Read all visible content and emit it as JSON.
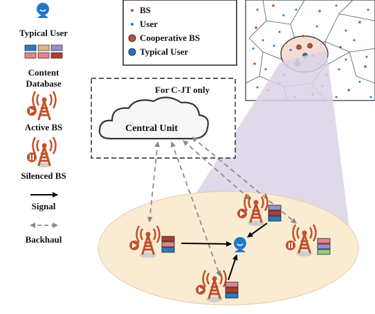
{
  "legend": {
    "typical_user": "Typical User",
    "content_database": [
      "Content",
      "Database"
    ],
    "active_bs": "Active BS",
    "silenced_bs": "Silenced BS",
    "signal": "Signal",
    "backhaul": "Backhaul"
  },
  "inset_legend": {
    "items": [
      {
        "label": "BS",
        "color": "#c0502a"
      },
      {
        "label": "User",
        "color": "#1f78c8"
      },
      {
        "label": "Cooperative BS",
        "color": "#c0502a"
      },
      {
        "label": "Typical User",
        "color": "#1f78c8"
      }
    ]
  },
  "cjt_box": {
    "label": "For C-JT only"
  },
  "cloud": {
    "label": "Central Unit"
  },
  "colors": {
    "bs_orange": "#c0502a",
    "user_blue": "#1f78c8",
    "disk_fill": "#faecd2",
    "beam_fill": "#d9d2e6",
    "cell_fill": "#f5ddd5",
    "db_colors": [
      "#2b7bbf",
      "#d9b98c",
      "#9d8ccc",
      "#e4848c",
      "#a8412e",
      "#8fd080"
    ]
  }
}
